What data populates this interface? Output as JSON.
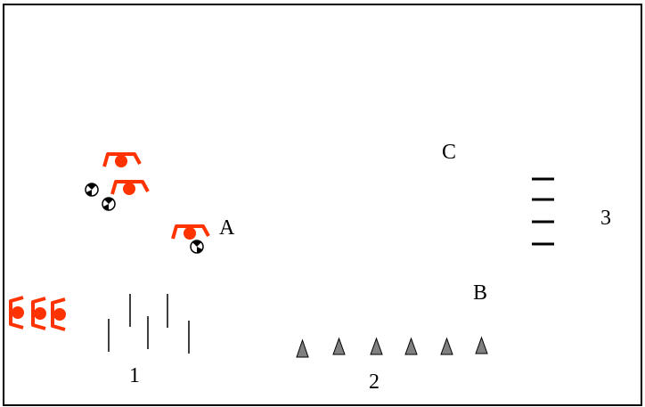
{
  "labels": {
    "a": "A",
    "b": "B",
    "c": "C",
    "one": "1",
    "two": "2",
    "three": "3"
  },
  "colors": {
    "frame": "#000000",
    "player": "#ff3300",
    "cone": "#808080",
    "line": "#000000",
    "ball_fill": "#ffffff"
  },
  "icons": {
    "player": "player-marker-icon",
    "ball": "soccer-ball-icon",
    "cone": "cone-icon",
    "pole": "pole-marker",
    "hurdle": "hurdle-dash"
  }
}
